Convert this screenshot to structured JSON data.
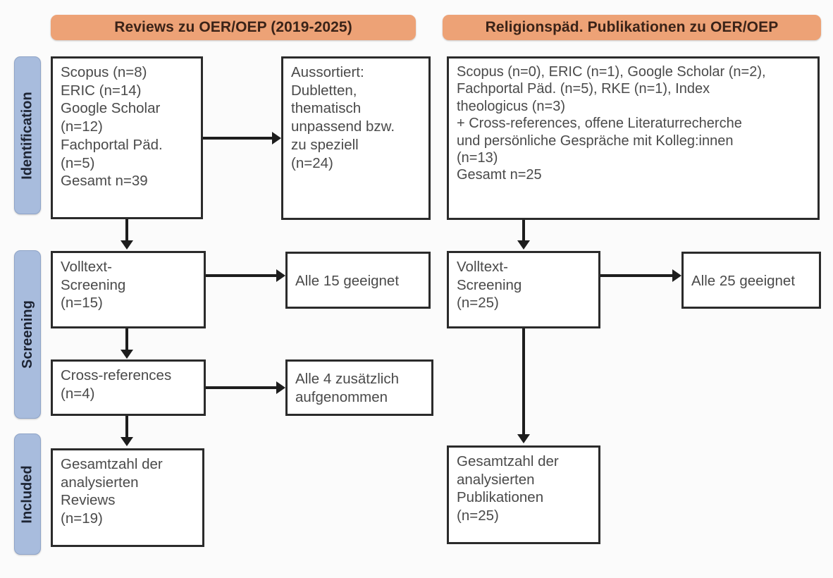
{
  "figure": {
    "type": "prisma-flow-diagram",
    "accent_color": "#eda276",
    "stage_pill_color": "#a8bcdd",
    "box_border_color": "#2b2b2b"
  },
  "columns": [
    {
      "id": "reviews",
      "header": "Reviews zu OER/OEP (2019-2025)"
    },
    {
      "id": "religionspaed",
      "header": "Religionspäd. Publikationen zu OER/OEP"
    }
  ],
  "stages": [
    {
      "id": "identification",
      "label": "Identification"
    },
    {
      "id": "screening",
      "label": "Screening"
    },
    {
      "id": "included",
      "label": "Included"
    }
  ],
  "boxes": {
    "left_identification": "Scopus (n=8)\nERIC (n=14)\nGoogle Scholar\n(n=12)\nFachportal Päd.\n(n=5)\nGesamt n=39",
    "left_excluded": "Aussortiert:\nDubletten,\nthematisch\nunpassend bzw.\nzu speziell\n(n=24)",
    "left_fulltext": "Volltext-\nScreening\n(n=15)",
    "left_fulltext_result": "Alle 15 geeignet",
    "left_crossref": "Cross-references\n(n=4)",
    "left_crossref_result": "Alle 4 zusätzlich\naufgenommen",
    "left_included": "Gesamtzahl der\nanalysierten\nReviews\n(n=19)",
    "right_identification": "Scopus (n=0), ERIC (n=1), Google Scholar (n=2),\nFachportal Päd. (n=5), RKE (n=1), Index\ntheologicus (n=3)\n+ Cross-references, offene Literaturrecherche\nund persönliche Gespräche mit Kolleg:innen\n(n=13)\nGesamt n=25",
    "right_fulltext": "Volltext-\nScreening\n(n=25)",
    "right_fulltext_result": "Alle 25 geeignet",
    "right_included": "Gesamtzahl der\nanalysierten\nPublikationen\n(n=25)"
  },
  "chart_data": {
    "type": "table",
    "title": "PRISMA-Flussdiagramm: Reviews zu OER/OEP und religionspädagogische Publikationen",
    "columns": [
      "Reviews zu OER/OEP (2019-2025)",
      "Religionspäd. Publikationen zu OER/OEP"
    ],
    "stages": [
      "Identification",
      "Screening",
      "Included"
    ],
    "left_column": {
      "sources": [
        {
          "name": "Scopus",
          "n": 8
        },
        {
          "name": "ERIC",
          "n": 14
        },
        {
          "name": "Google Scholar",
          "n": 12
        },
        {
          "name": "Fachportal Päd.",
          "n": 5
        }
      ],
      "total_identified": 39,
      "excluded": {
        "reasons": "Dubletten, thematisch unpassend bzw. zu speziell",
        "n": 24
      },
      "fulltext_screening_n": 15,
      "fulltext_screening_result": "Alle 15 geeignet",
      "cross_references_n": 4,
      "cross_references_result": "Alle 4 zusätzlich aufgenommen",
      "included_n": 19,
      "included_label": "Gesamtzahl der analysierten Reviews"
    },
    "right_column": {
      "sources": [
        {
          "name": "Scopus",
          "n": 0
        },
        {
          "name": "ERIC",
          "n": 1
        },
        {
          "name": "Google Scholar",
          "n": 2
        },
        {
          "name": "Fachportal Päd.",
          "n": 5
        },
        {
          "name": "RKE",
          "n": 1
        },
        {
          "name": "Index theologicus",
          "n": 3
        }
      ],
      "additional": {
        "name": "Cross-references, offene Literaturrecherche und persönliche Gespräche mit Kolleg:innen",
        "n": 13
      },
      "total_identified": 25,
      "fulltext_screening_n": 25,
      "fulltext_screening_result": "Alle 25 geeignet",
      "included_n": 25,
      "included_label": "Gesamtzahl der analysierten Publikationen"
    }
  }
}
